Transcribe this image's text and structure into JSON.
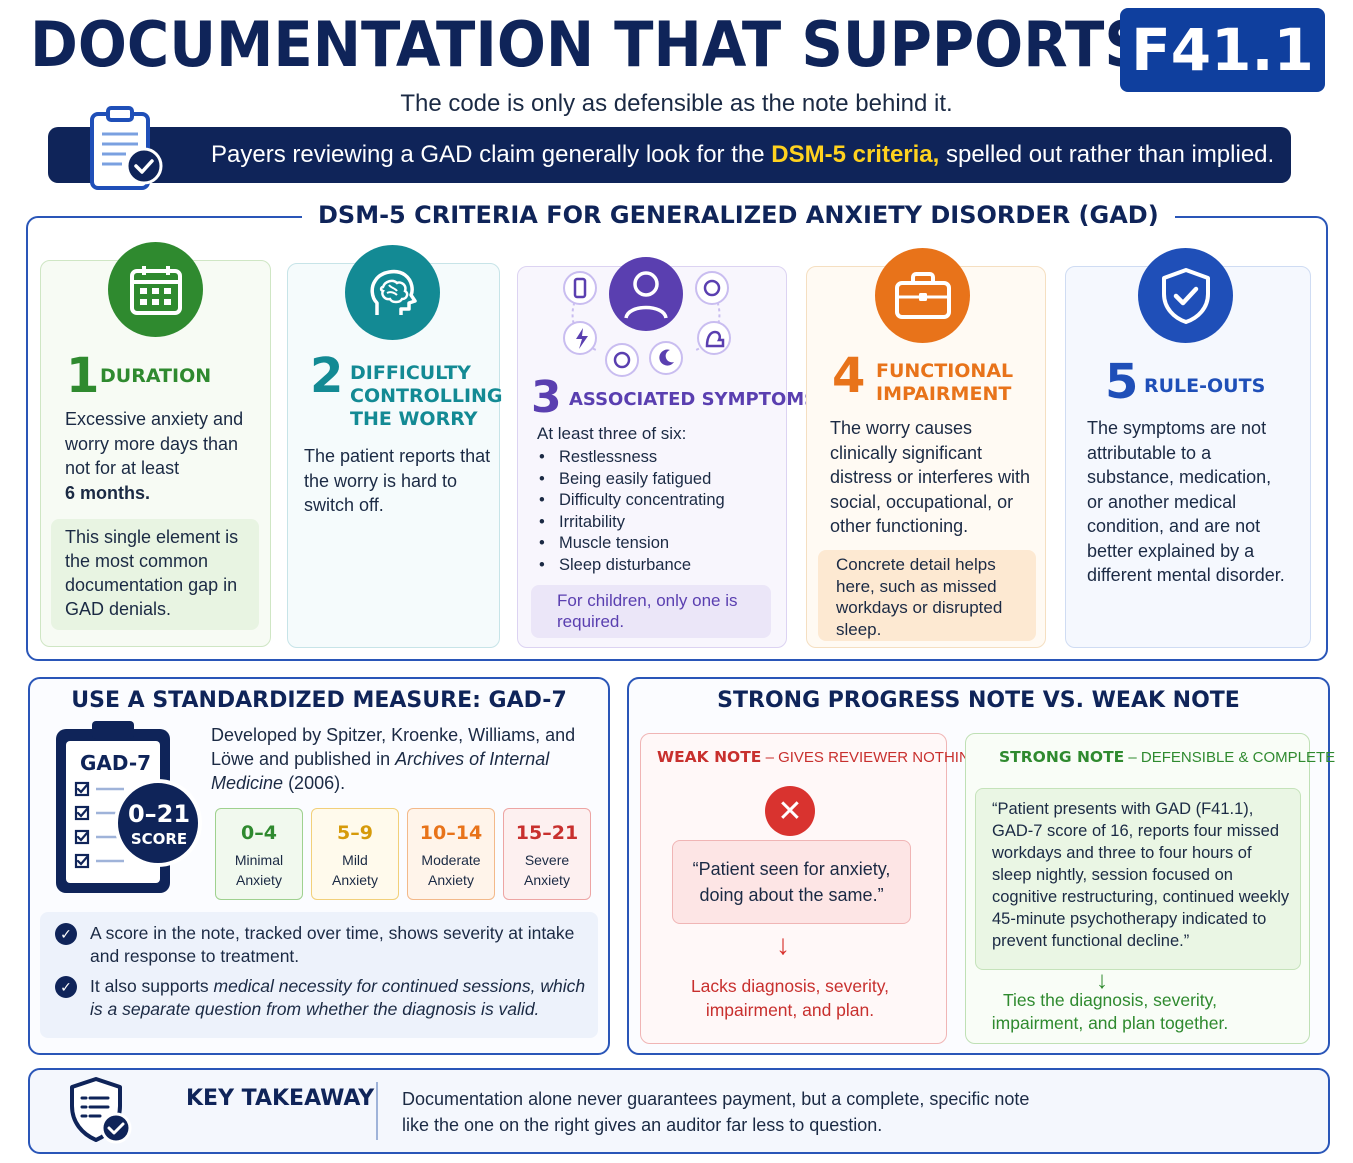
{
  "header": {
    "title": "DOCUMENTATION THAT SUPPORTS",
    "code": "F41.1",
    "subtitle": "The code is only as defensible as the note behind it.",
    "banner_pre": "Payers reviewing a GAD claim generally look for the",
    "banner_highlight": "DSM-5 criteria,",
    "banner_post": "spelled out rather than implied."
  },
  "dsm": {
    "title": "DSM-5 CRITERIA FOR GENERALIZED ANXIETY DISORDER (GAD)",
    "cards": [
      {
        "number": "1",
        "title": "DURATION",
        "body": "Excessive anxiety and worry more days than not for at least",
        "body_bold": "6 months.",
        "note": "This single element is the most common documentation gap in GAD denials.",
        "icon": "calendar-icon",
        "color": "#2f8a2f"
      },
      {
        "number": "2",
        "title_lines": [
          "DIFFICULTY",
          "CONTROLLING",
          "THE WORRY"
        ],
        "body": "The patient reports that the worry is hard to switch off.",
        "icon": "head-brain-icon",
        "color": "#138a94"
      },
      {
        "number": "3",
        "title": "ASSOCIATED SYMPTOMS",
        "intro": "At least three of six:",
        "symptoms": [
          "Restlessness",
          "Being easily fatigued",
          "Difficulty concentrating",
          "Irritability",
          "Muscle tension",
          "Sleep disturbance"
        ],
        "note": "For children, only one is required.",
        "icon": "person-symptoms-icon",
        "color": "#5a3fb0"
      },
      {
        "number": "4",
        "title_lines": [
          "FUNCTIONAL",
          "IMPAIRMENT"
        ],
        "body": "The worry causes clinically significant distress or interferes with social, occupational, or other functioning.",
        "note": "Concrete detail helps here, such as missed workdays or disrupted sleep.",
        "icon": "briefcase-icon",
        "color": "#e8731a"
      },
      {
        "number": "5",
        "title": "RULE-OUTS",
        "body": "The symptoms are not attributable to a substance, medication, or another medical condition, and are not better explained by a different mental disorder.",
        "icon": "shield-check-icon",
        "color": "#1f4fb8"
      }
    ]
  },
  "gad7": {
    "title": "USE A STANDARDIZED MEASURE: GAD-7",
    "clipboard_label": "GAD-7",
    "score_range": "0–21",
    "score_label": "SCORE",
    "desc_pre": "Developed by Spitzer, Kroenke, Williams, and Löwe and published in",
    "desc_journal": "Archives of Internal Medicine",
    "desc_post": "(2006).",
    "levels": [
      {
        "range": "0–4",
        "line1": "Minimal",
        "line2": "Anxiety",
        "color": "#2f8a2f",
        "bg": "#f1f9ee",
        "border": "#9fd18f"
      },
      {
        "range": "5–9",
        "line1": "Mild",
        "line2": "Anxiety",
        "color": "#d69a0a",
        "bg": "#fffaec",
        "border": "#f2d07a"
      },
      {
        "range": "10–14",
        "line1": "Moderate",
        "line2": "Anxiety",
        "color": "#e8731a",
        "bg": "#fff4ea",
        "border": "#f3b98a"
      },
      {
        "range": "15–21",
        "line1": "Severe",
        "line2": "Anxiety",
        "color": "#c8302e",
        "bg": "#fdf0f0",
        "border": "#eda5a4"
      }
    ],
    "bullet1": "A score in the note, tracked over time, shows severity at intake and response to treatment.",
    "bullet2_pre": "It also supports",
    "bullet2_italic": "medical necessity for continued sessions, which is a separate question from whether the diagnosis is valid."
  },
  "notes": {
    "title": "STRONG PROGRESS NOTE VS. WEAK NOTE",
    "weak": {
      "label": "WEAK NOTE",
      "sublabel": "– GIVES REVIEWER NOTHING",
      "quote": "“Patient seen for anxiety, doing about the same.”",
      "result": "Lacks diagnosis, severity, impairment, and plan.",
      "color": "#c8302e"
    },
    "strong": {
      "label": "STRONG NOTE",
      "sublabel": "– DEFENSIBLE & COMPLETE",
      "quote": "“Patient presents with GAD (F41.1), GAD-7 score of 16, reports four missed workdays and three to four hours of sleep nightly, session focused on cognitive restructuring, continued weekly 45-minute psychotherapy indicated to prevent functional decline.”",
      "result": "Ties the diagnosis, severity, impairment, and plan together.",
      "color": "#2f8a2f"
    }
  },
  "takeaway": {
    "title": "KEY TAKEAWAY",
    "text": "Documentation alone never guarantees payment, but a complete, specific note like the one on the right gives an auditor far less to question."
  }
}
